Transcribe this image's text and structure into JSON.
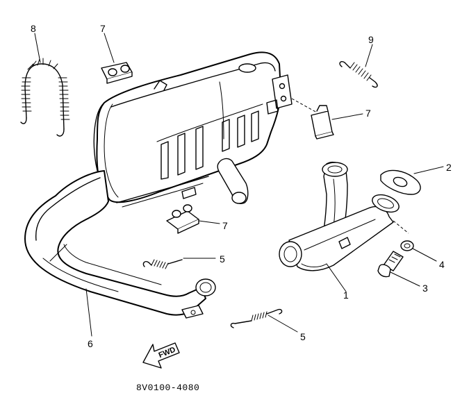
{
  "diagram": {
    "figure_code": "8V0100-4080",
    "arrow_label": "FWD",
    "callouts": [
      {
        "id": "c1",
        "label": "1"
      },
      {
        "id": "c2",
        "label": "2"
      },
      {
        "id": "c3",
        "label": "3"
      },
      {
        "id": "c4",
        "label": "4"
      },
      {
        "id": "c5a",
        "label": "5"
      },
      {
        "id": "c5b",
        "label": "5"
      },
      {
        "id": "c6",
        "label": "6"
      },
      {
        "id": "c7a",
        "label": "7"
      },
      {
        "id": "c7b",
        "label": "7"
      },
      {
        "id": "c7c",
        "label": "7"
      },
      {
        "id": "c8",
        "label": "8"
      },
      {
        "id": "c9",
        "label": "9"
      }
    ]
  }
}
